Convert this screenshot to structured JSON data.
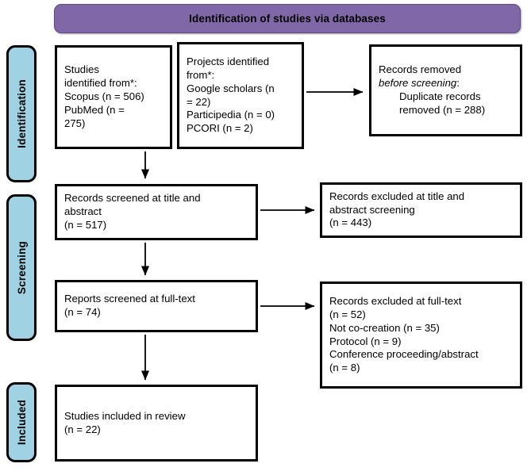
{
  "banner": {
    "title": "Identification of studies via databases"
  },
  "stages": [
    {
      "id": "identification",
      "label": "Identification"
    },
    {
      "id": "screening",
      "label": "Screening"
    },
    {
      "id": "included",
      "label": "Included"
    }
  ],
  "boxes": {
    "databases": {
      "lines": [
        "Studies",
        "identified from*:",
        "Scopus (n = 506)",
        "PubMed (n =",
        "275)"
      ]
    },
    "registers": {
      "lines": [
        "Projects identified",
        "from*:",
        "Google scholars (n",
        "= 22)",
        "Participedia (n = 0)",
        "PCORI (n = 2)"
      ]
    },
    "removed": {
      "line1": "Records removed",
      "line2_italic": "before screening",
      "line2_tail": ":",
      "line3": "Duplicate records",
      "line4": "removed (n = 288)"
    },
    "screened": {
      "lines": [
        "Records screened at title and",
        "abstract",
        "(n = 517)"
      ]
    },
    "excluded_title_abstract": {
      "lines": [
        "Records excluded at title and",
        "abstract screening",
        "(n = 443)"
      ]
    },
    "fulltext": {
      "lines": [
        "Reports screened at full-text",
        "(n = 74)"
      ]
    },
    "excluded_fulltext": {
      "lines": [
        "Records excluded at full-text",
        "(n = 52)",
        "Not co-creation (n = 35)",
        "Protocol (n = 9)",
        "Conference proceeding/abstract",
        "(n = 8)"
      ]
    },
    "included": {
      "lines": [
        "Studies included in review",
        "(n = 22)"
      ]
    }
  },
  "colors": {
    "banner_purple": "#8068a8",
    "stage_blue": "#9fd3e3",
    "box_border": "#000000",
    "box_fill": "#ffffff",
    "text": "#000000"
  },
  "flow_data": {
    "type": "diagram",
    "title": "Identification of studies via databases",
    "counts": {
      "scopus": 506,
      "pubmed": 275,
      "google_scholars": 22,
      "participedia": 0,
      "pcori": 2,
      "duplicates_removed": 288,
      "records_screened": 517,
      "excluded_title_abstract": 443,
      "reports_full_text": 74,
      "excluded_full_text": 52,
      "not_co_creation": 35,
      "protocol": 9,
      "conference_proceeding_abstract": 8,
      "studies_included": 22
    }
  }
}
